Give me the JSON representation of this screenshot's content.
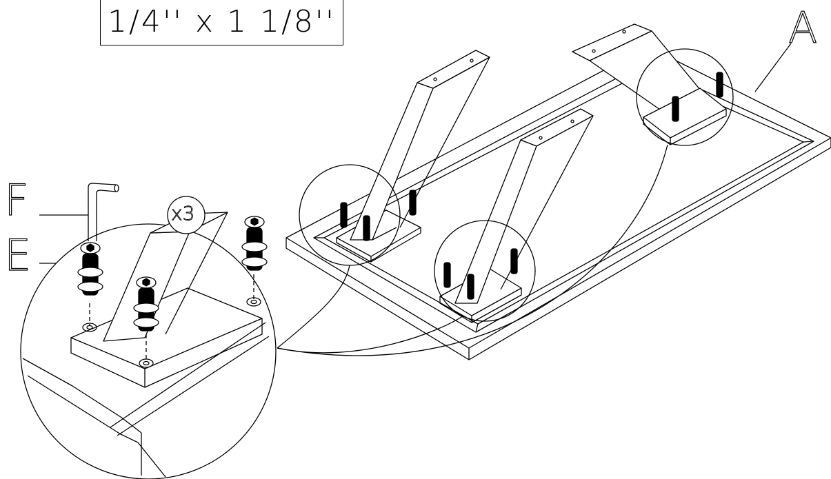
{
  "hardware_spec": "1/4'' x 1 1/8''",
  "callouts": {
    "table_top": "A",
    "hex_key": "F",
    "bolt": "E"
  },
  "quantity": "x3",
  "colors": {
    "line": "#000000",
    "background": "#ffffff"
  },
  "icons": [
    "hex-key-icon",
    "bolt-icon",
    "detail-circle-icon"
  ]
}
